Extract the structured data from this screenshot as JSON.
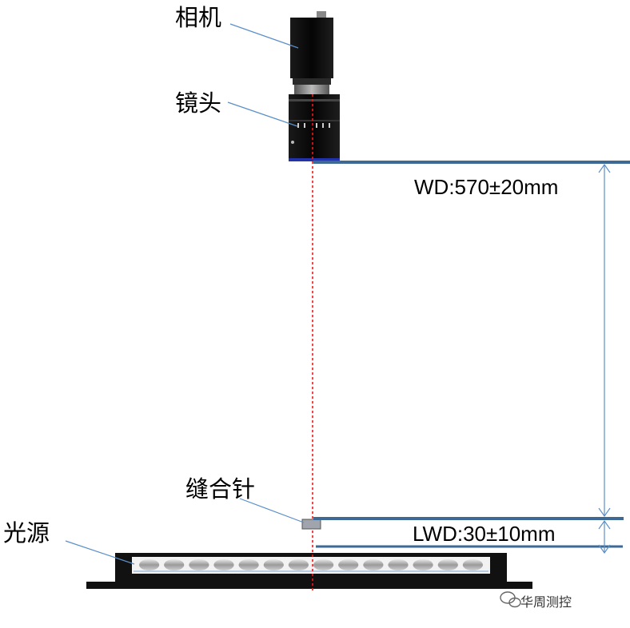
{
  "labels": {
    "camera": "相机",
    "lens": "镜头",
    "needle": "缝合针",
    "light_source": "光源",
    "wd": "WD:570±20mm",
    "lwd": "LWD:30±10mm"
  },
  "watermark": {
    "icon": "wechat-icon",
    "text": "华周测控"
  },
  "colors": {
    "optical_axis": "#e02020",
    "dimension_bar": "#3d6a94",
    "leader_line": "#5b8fc8",
    "device_body": "#111111",
    "needle": "#a0a4ac"
  }
}
